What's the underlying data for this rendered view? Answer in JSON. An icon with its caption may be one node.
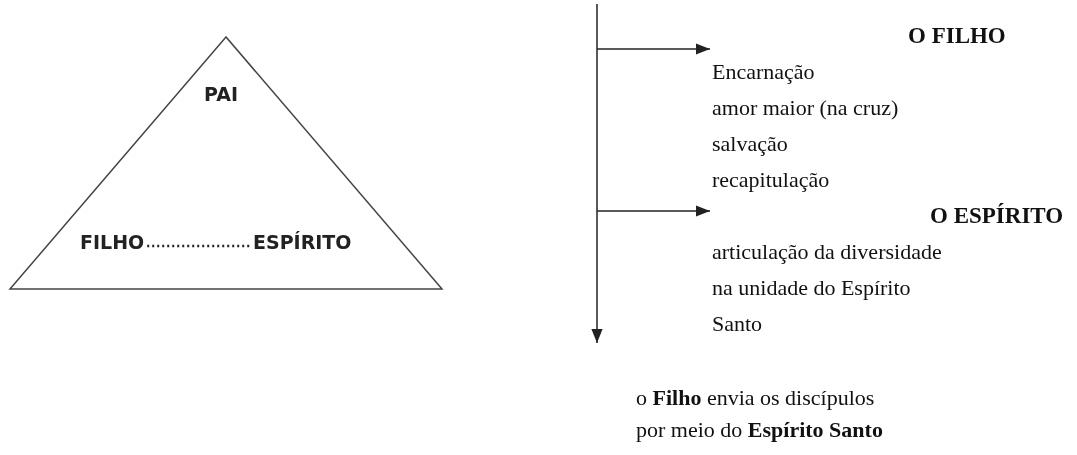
{
  "diagram": {
    "nodes": [
      {
        "text": [
          "PAI"
        ]
      },
      {
        "text": [
          "FILHO"
        ],
        "in": 0
      },
      {
        "text": [
          "ESPÍRITO"
        ],
        "in": 0
      },
      {
        "text": [
          "O FILHO",
          "Encarnação",
          "amor maior (na cruz)",
          "salvação",
          "recapitulação"
        ]
      },
      {
        "text": [
          "O ESPÍRITO",
          "articulação da diversidade na unidade do Espírito Santo"
        ]
      }
    ],
    "edges": [
      {
        "from": 1,
        "to": 2,
        "arrow": "none",
        "style": "dashed"
      },
      {
        "from": null,
        "to": 3,
        "arrow": "to"
      },
      {
        "from": null,
        "to": 4,
        "arrow": "to"
      }
    ],
    "labels": [
      "o **Filho** envia os discípulos por meio do **Espírito Santo**"
    ]
  }
}
